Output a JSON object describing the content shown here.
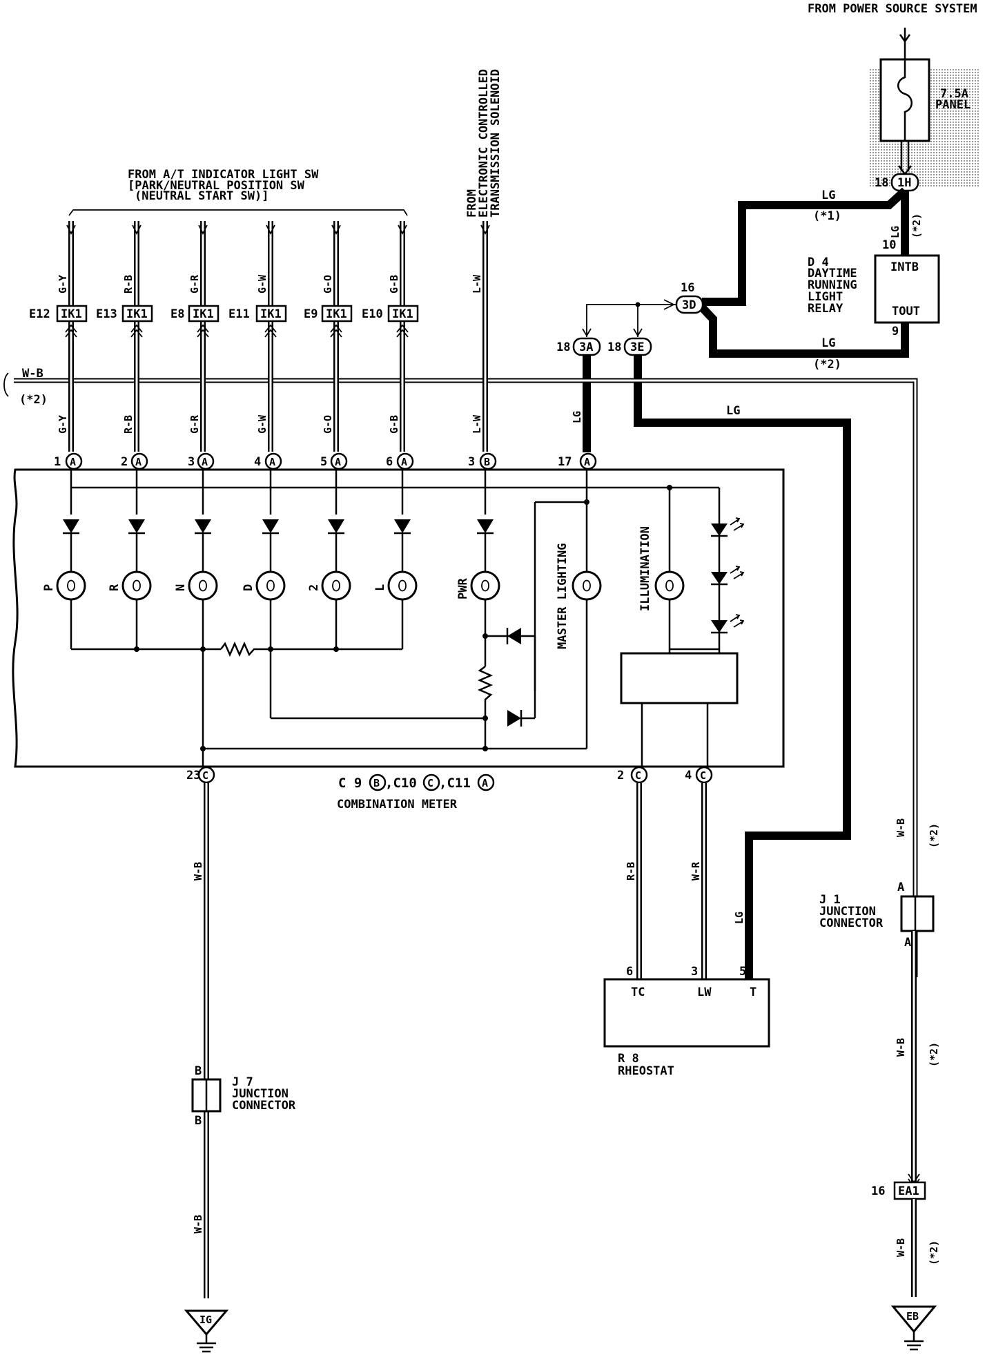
{
  "header": {
    "power_source": "FROM POWER SOURCE SYSTEM",
    "at_indicator": [
      "FROM A/T INDICATOR LIGHT SW",
      "[PARK/NEUTRAL POSITION SW",
      "(NEUTRAL START SW)]"
    ],
    "ect_solenoid": [
      "FROM",
      "ELECTRONIC CONTROLLED",
      "TRANSMISSION SOLENOID"
    ]
  },
  "fuse": {
    "rating": "7.5A",
    "name": "PANEL"
  },
  "relay": {
    "id": "D 4",
    "name": [
      "DAYTIME",
      "RUNNING",
      "LIGHT",
      "RELAY"
    ],
    "term_in": "INTB",
    "term_out": "TOUT",
    "pin_in": "10",
    "pin_out": "9",
    "wire_in": "LG",
    "note_in": "(*2)",
    "wire_top": "LG",
    "note_top": "(*1)",
    "wire_bottom": "LG",
    "note_bottom": "(*2)"
  },
  "connectors": {
    "c1h": {
      "pin": "18",
      "label": "1H"
    },
    "c3d": {
      "pin": "16",
      "label": "3D"
    },
    "c3a": {
      "pin": "18",
      "label": "3A"
    },
    "c3e": {
      "pin": "18",
      "label": "3E"
    },
    "ea1": {
      "pin": "16",
      "label": "EA1"
    }
  },
  "at_inputs": [
    {
      "conn": "E12",
      "code": "IK1",
      "wire_top": "G-Y",
      "wire_bottom": "G-Y",
      "pin": "1",
      "letter": "A",
      "lamp": "P"
    },
    {
      "conn": "E13",
      "code": "IK1",
      "wire_top": "R-B",
      "wire_bottom": "R-B",
      "pin": "2",
      "letter": "A",
      "lamp": "R"
    },
    {
      "conn": "E8",
      "code": "IK1",
      "wire_top": "G-R",
      "wire_bottom": "G-R",
      "pin": "3",
      "letter": "A",
      "lamp": "N"
    },
    {
      "conn": "E11",
      "code": "IK1",
      "wire_top": "G-W",
      "wire_bottom": "G-W",
      "pin": "4",
      "letter": "A",
      "lamp": "D"
    },
    {
      "conn": "E9",
      "code": "IK1",
      "wire_top": "G-O",
      "wire_bottom": "G-O",
      "pin": "5",
      "letter": "A",
      "lamp": "2"
    },
    {
      "conn": "E10",
      "code": "IK1",
      "wire_top": "G-B",
      "wire_bottom": "G-B",
      "pin": "6",
      "letter": "A",
      "lamp": "L"
    }
  ],
  "pwr_input": {
    "wire_top": "L-W",
    "wire_bottom": "L-W",
    "pin": "3",
    "letter": "B",
    "lamp": "PWR"
  },
  "lg_input": {
    "wire": "LG",
    "pin": "17",
    "letter": "A"
  },
  "left_wire": {
    "wire": "W-B",
    "note": "(*2)"
  },
  "meter": {
    "label_prefix": "C 9",
    "label_c9": "B",
    "label_mid": ",C10",
    "label_c10": "C",
    "label_mid2": ",C11",
    "label_c11": "A",
    "name": "COMBINATION METER",
    "master_lighting": "MASTER LIGHTING",
    "illumination": "ILLUMINATION"
  },
  "meter_outputs": {
    "ground": {
      "pin": "23",
      "letter": "C"
    },
    "tc": {
      "pin": "2",
      "letter": "C"
    },
    "lw": {
      "pin": "4",
      "letter": "C"
    }
  },
  "wires": {
    "ground_wire": "W-B",
    "rb": "R-B",
    "wr": "W-R",
    "lg_right": "LG",
    "lg_rheo": "LG",
    "wb_right_1": "W-B",
    "wb_right_1_note": "(*2)",
    "wb_right_2": "W-B",
    "wb_right_2_note": "(*2)",
    "wb_right_3": "W-B",
    "wb_right_3_note": "(*2)",
    "wb_left_2": "W-B"
  },
  "rheostat": {
    "id": "R 8",
    "name": "RHEOSTAT",
    "terms": [
      "TC",
      "LW",
      "T"
    ],
    "pins": [
      "6",
      "3",
      "5"
    ]
  },
  "j7": {
    "id": "J 7",
    "name": [
      "JUNCTION",
      "CONNECTOR"
    ],
    "top": "B",
    "bottom": "B"
  },
  "j1": {
    "id": "J 1",
    "name": [
      "JUNCTION",
      "CONNECTOR"
    ],
    "top": "A",
    "bottom": "A"
  },
  "grounds": {
    "left": "IG",
    "right": "EB"
  }
}
